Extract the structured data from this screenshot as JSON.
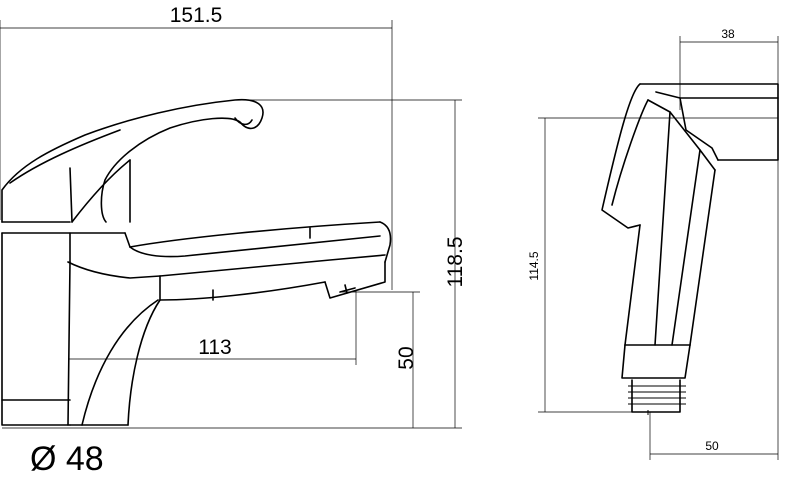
{
  "drawing": {
    "faucet_dimensions": {
      "overall_length": "151.5",
      "overall_height": "118.5",
      "spout_reach": "113",
      "spout_height": "50",
      "base_diameter": "Ø 48"
    },
    "sprayer_dimensions": {
      "head_width": "38",
      "length": "114.5",
      "base_width": "50"
    }
  }
}
